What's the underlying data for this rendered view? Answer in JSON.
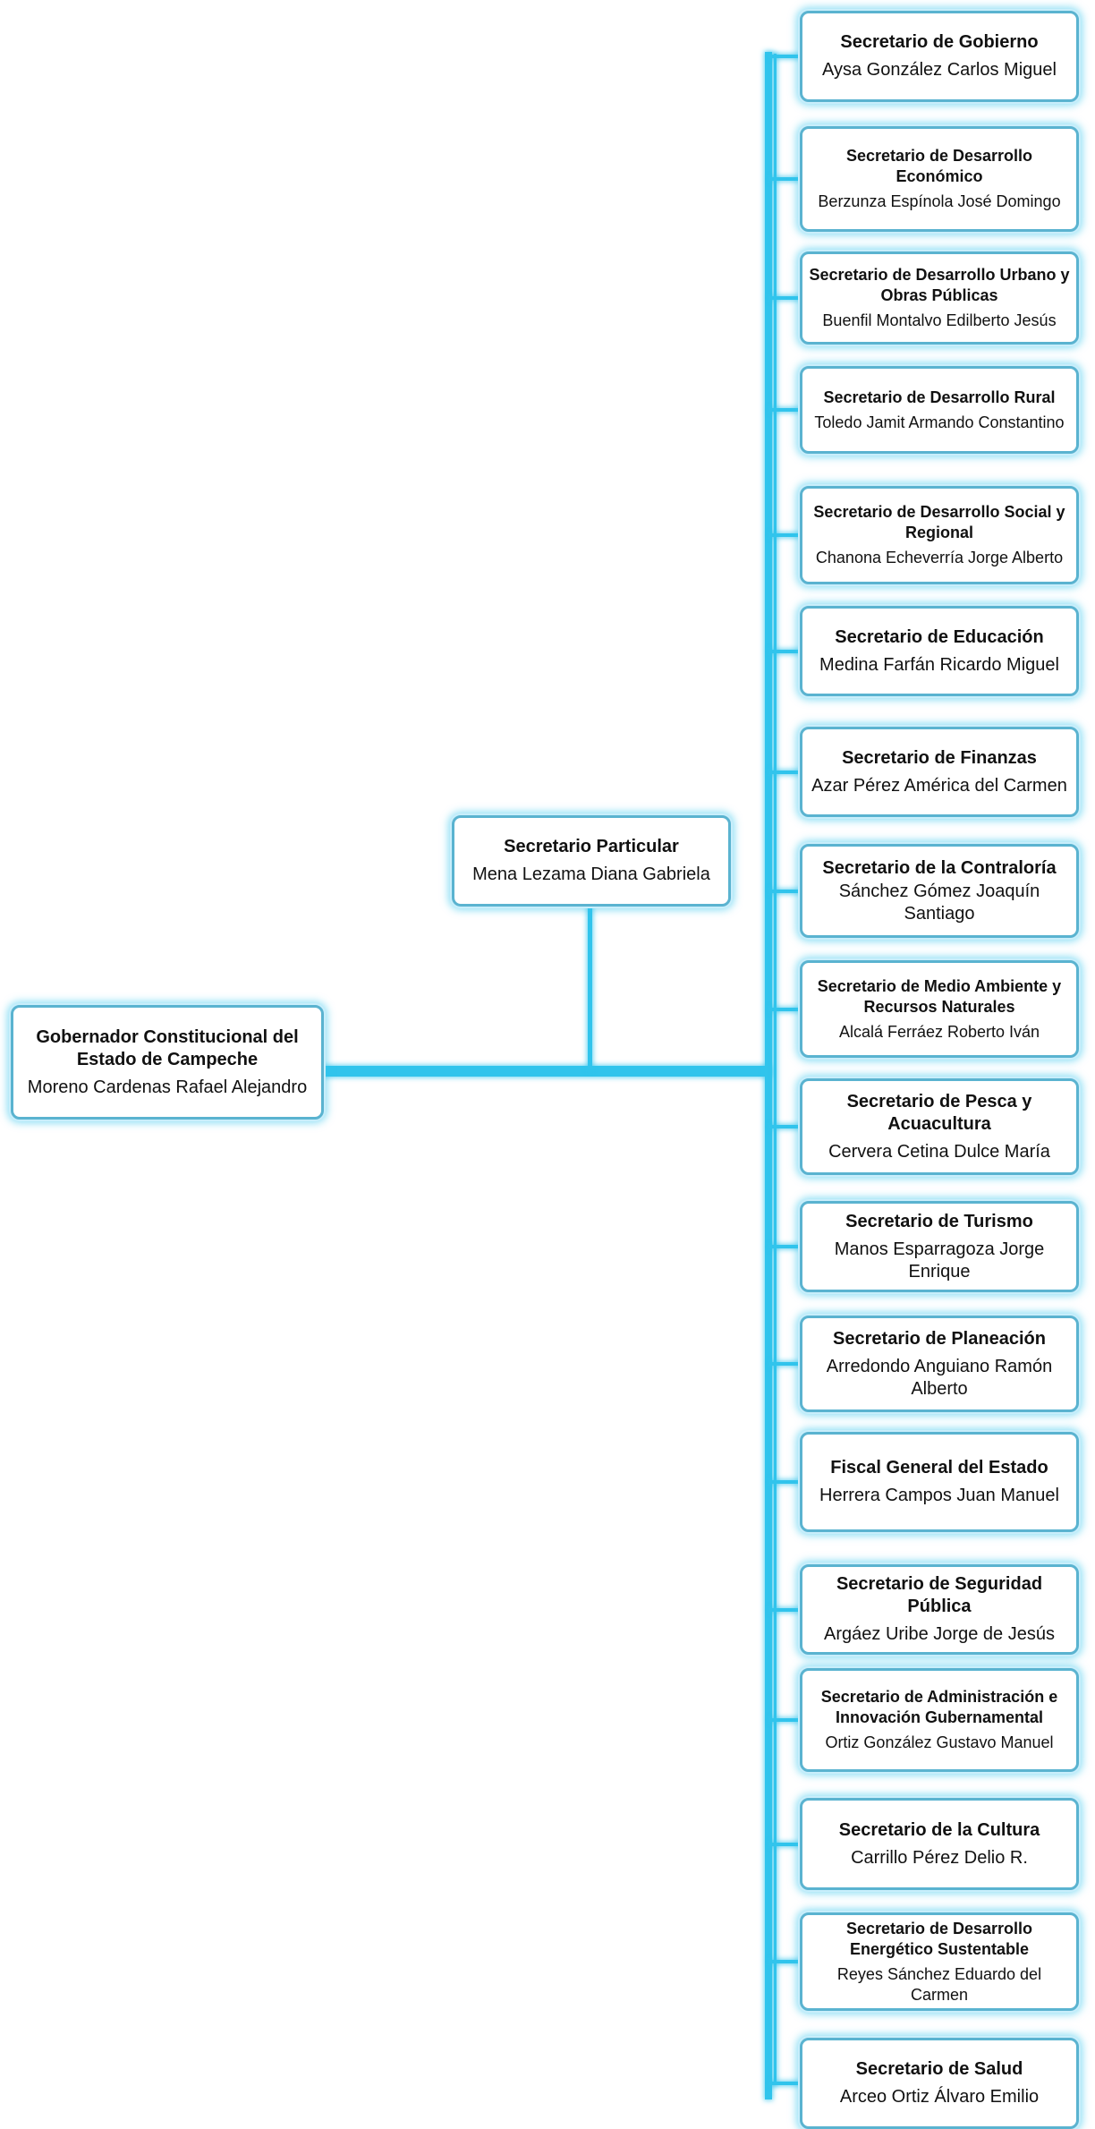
{
  "root": {
    "title": "Gobernador Constitucional del Estado de Campeche",
    "name": "Moreno Cardenas Rafael Alejandro"
  },
  "assistant": {
    "title": "Secretario Particular",
    "name": "Mena Lezama Diana Gabriela"
  },
  "secretaries": [
    {
      "title": "Secretario de Gobierno",
      "name": "Aysa González Carlos Miguel"
    },
    {
      "title": "Secretario de Desarrollo Económico",
      "name": "Berzunza Espínola José Domingo"
    },
    {
      "title": "Secretario de Desarrollo Urbano y Obras Públicas",
      "name": "Buenfil Montalvo Edilberto Jesús"
    },
    {
      "title": "Secretario de Desarrollo Rural",
      "name": "Toledo Jamit Armando Constantino"
    },
    {
      "title": "Secretario de Desarrollo Social y Regional",
      "name": "Chanona Echeverría Jorge Alberto"
    },
    {
      "title": "Secretario de Educación",
      "name": "Medina Farfán Ricardo Miguel"
    },
    {
      "title": "Secretario de Finanzas",
      "name": "Azar Pérez América del Carmen"
    },
    {
      "title": "Secretario de la Contraloría",
      "name": "Sánchez Gómez Joaquín Santiago"
    },
    {
      "title": "Secretario de Medio Ambiente y Recursos Naturales",
      "name": "Alcalá Ferráez Roberto Iván"
    },
    {
      "title": "Secretario de Pesca y Acuacultura",
      "name": "Cervera Cetina Dulce María"
    },
    {
      "title": "Secretario de Turismo",
      "name": "Manos Esparragoza Jorge Enrique"
    },
    {
      "title": "Secretario de Planeación",
      "name": "Arredondo Anguiano Ramón Alberto"
    },
    {
      "title": "Fiscal General del Estado",
      "name": "Herrera Campos Juan Manuel"
    },
    {
      "title": "Secretario de Seguridad Pública",
      "name": "Argáez Uribe Jorge de Jesús"
    },
    {
      "title": "Secretario de Administración e Innovación Gubernamental",
      "name": "Ortiz González Gustavo Manuel"
    },
    {
      "title": "Secretario de la Cultura",
      "name": "Carrillo Pérez Delio R."
    },
    {
      "title": "Secretario de Desarrollo Energético Sustentable",
      "name": "Reyes Sánchez Eduardo del Carmen"
    },
    {
      "title": "Secretario de Salud",
      "name": "Arceo Ortiz Álvaro Emilio"
    }
  ],
  "colors": {
    "connector": "#31c4ec",
    "box_border": "#5ab3d0"
  }
}
